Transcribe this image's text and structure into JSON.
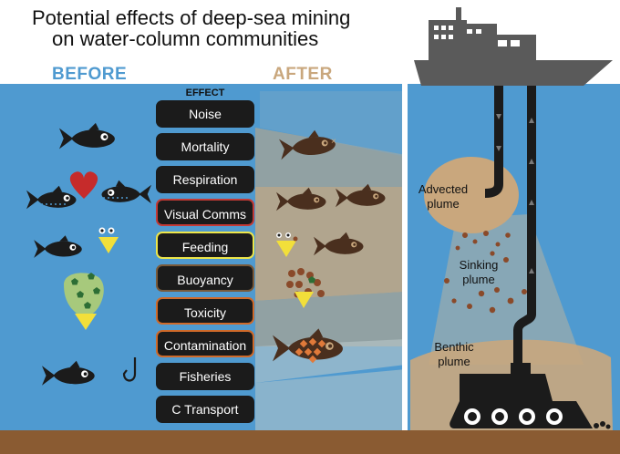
{
  "title": {
    "line1": "Potential effects of deep-sea mining",
    "line2": "on water-column communities"
  },
  "headers": {
    "before": "BEFORE",
    "after": "AFTER",
    "effect": "EFFECT"
  },
  "effects": [
    {
      "label": "Noise",
      "border": "#1b1b1b"
    },
    {
      "label": "Mortality",
      "border": "#1b1b1b"
    },
    {
      "label": "Respiration",
      "border": "#1b1b1b"
    },
    {
      "label": "Visual Comms",
      "border": "#c23a36"
    },
    {
      "label": "Feeding",
      "border": "#ede64a"
    },
    {
      "label": "Buoyancy",
      "border": "#7a5a3a"
    },
    {
      "label": "Toxicity",
      "border": "#cf6a2a"
    },
    {
      "label": "Contamination",
      "border": "#cf6a2a"
    },
    {
      "label": "Fisheries",
      "border": "#1b1b1b"
    },
    {
      "label": "C Transport",
      "border": "#1b1b1b"
    }
  ],
  "plumes": {
    "advected": [
      "Advected",
      "plume"
    ],
    "sinking": [
      "Sinking",
      "plume"
    ],
    "benthic": [
      "Benthic",
      "plume"
    ]
  },
  "colors": {
    "water": "#4f9ad0",
    "plume": "#c9a77d",
    "sediment": "#8a5b32",
    "ink": "#1b1b1b",
    "ship": "#5a5a5a",
    "particle": "#8a4a2a",
    "heart": "#c62b2b",
    "zooplankton": "#f2df3a"
  },
  "icons": [
    "fish-icon",
    "dead-fish-icon",
    "heart-icon",
    "zooplankton-icon",
    "phytoplankton-icon",
    "hook-icon",
    "ship-icon",
    "mining-vehicle-icon",
    "riser-pipe-icon",
    "particle-icon"
  ]
}
